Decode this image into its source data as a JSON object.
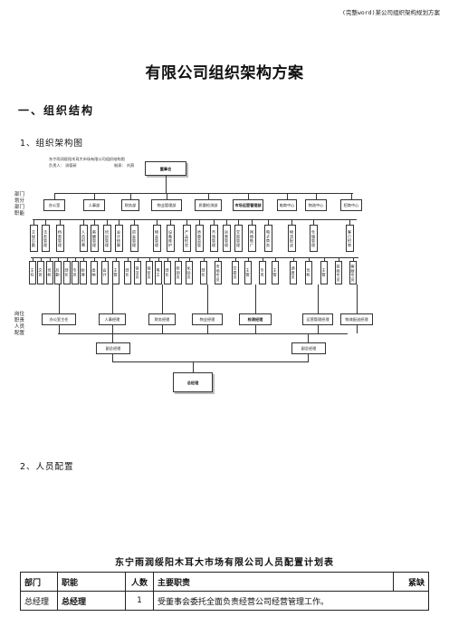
{
  "header_note": "(完整word)某公司组织架构规划方案",
  "title": "有限公司组织架构方案",
  "section1": "一、组织结构",
  "sub1": "1、组织架构图",
  "sub2": "2、人员配置",
  "org_chart": {
    "note_line1": "东宁雨润绥阳木耳大市场有限公司组织结构图",
    "note_line2a": "负责人：  润德研",
    "note_line2b": "制表：  刘燕",
    "top": "董事会",
    "left_label_top": "部门划分部门职能",
    "left_label_bottom": "岗位职责人员配置",
    "departments": [
      {
        "name": "办公室",
        "bold": false
      },
      {
        "name": "人事部",
        "bold": false
      },
      {
        "name": "财务部",
        "bold": false
      },
      {
        "name": "物业管理部",
        "bold": false
      },
      {
        "name": "质量检测部",
        "bold": false
      },
      {
        "name": "市场运营管理部",
        "bold": true
      },
      {
        "name": "电商中心",
        "bold": false
      },
      {
        "name": "物流中心",
        "bold": false
      },
      {
        "name": "招商中心",
        "bold": false
      }
    ],
    "functions": [
      "文秘后勤",
      "法务管理",
      "档案管理",
      "人员招聘",
      "薪酬管理",
      "培训管理",
      "会计核算",
      "资金管理",
      "物业管理",
      "设备维护",
      "产品检验",
      "质量监管",
      "市场管理",
      "运营管理",
      "交易管理",
      "网络推广",
      "电子商务",
      "物流配送",
      "仓储管理",
      "客户招商"
    ],
    "positions": [
      "主任",
      "文员",
      "司机",
      "后勤",
      "部长",
      "专员",
      "助理",
      "出纳",
      "会计",
      "主管",
      "部长",
      "保洁员",
      "保安员",
      "电工",
      "部长",
      "检测员",
      "化验员",
      "部长",
      "市场专员",
      "交易员",
      "主管",
      "专员",
      "主管",
      "调度员",
      "司机",
      "主管",
      "招商专员",
      "客服专员"
    ],
    "managers": [
      "办公室主任",
      "人事经理",
      "财务经理",
      "物业经理",
      "检测经理",
      "运营管理经理",
      "物流配送经理"
    ],
    "deputies": [
      "副总经理",
      "副总经理"
    ],
    "ceo": "总经理"
  },
  "table_title": "东宁雨润绥阳木耳大市场有限公司人员配置计划表",
  "table": {
    "headers": [
      "部门",
      "职能",
      "人数",
      "主要职责",
      "紧缺"
    ],
    "rows": [
      {
        "dept": "总经理",
        "role": "总经理",
        "count": "1",
        "duty": "受董事会委托全面负责经营公司经营管理工作。",
        "short": ""
      }
    ]
  }
}
